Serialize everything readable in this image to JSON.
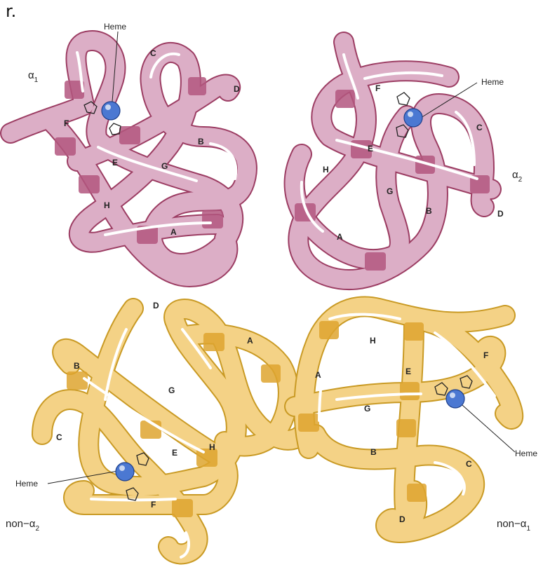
{
  "corner_letter": "r.",
  "colors": {
    "alpha_tube": "#dcaec6",
    "alpha_outline": "#9c3d63",
    "alpha_band": "#b3577f",
    "beta_tube": "#f4d286",
    "beta_outline": "#c99a24",
    "beta_band": "#dea52f",
    "heme_sphere": "#4b78d2",
    "highlight": "#ffffff"
  },
  "subunits": [
    {
      "chain_label": "α1",
      "chain_symbol": "α",
      "chain_sub": "1",
      "heme_label": "Heme",
      "helices": [
        "A",
        "B",
        "C",
        "D",
        "E",
        "F",
        "G",
        "H"
      ]
    },
    {
      "chain_label": "α2",
      "chain_symbol": "α",
      "chain_sub": "2",
      "heme_label": "Heme",
      "helices": [
        "A",
        "B",
        "C",
        "D",
        "E",
        "F",
        "G",
        "H"
      ]
    },
    {
      "chain_label": "non−α2",
      "chain_symbol": "non−α",
      "chain_sub": "2",
      "heme_label": "Heme",
      "helices": [
        "A",
        "B",
        "C",
        "D",
        "E",
        "F",
        "G",
        "H"
      ]
    },
    {
      "chain_label": "non−α1",
      "chain_symbol": "non−α",
      "chain_sub": "1",
      "heme_label": "Heme",
      "helices": [
        "A",
        "B",
        "C",
        "D",
        "E",
        "F",
        "G",
        "H"
      ]
    }
  ]
}
